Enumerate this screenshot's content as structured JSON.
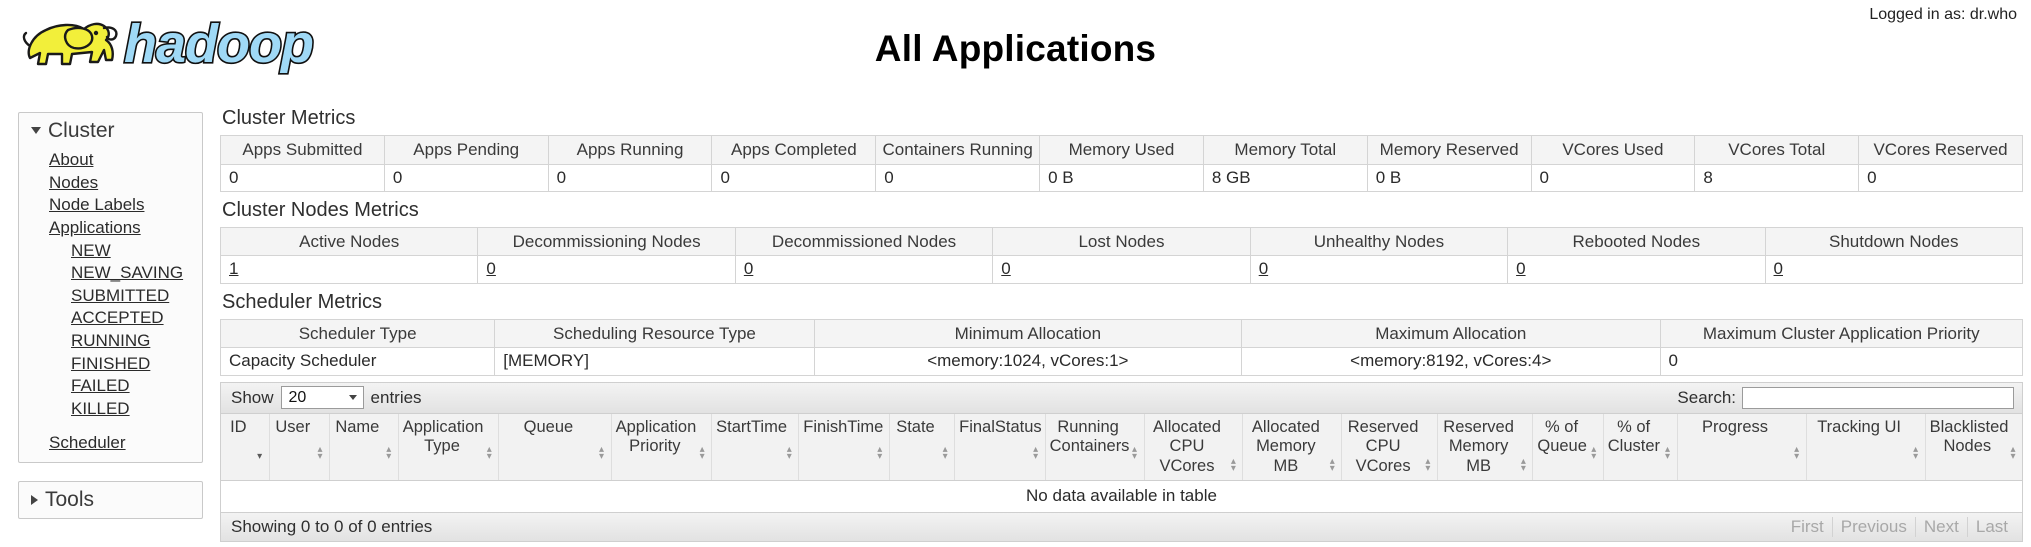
{
  "header": {
    "logged_in": "Logged in as: dr.who",
    "title": "All Applications",
    "logo_alt": "hadoop-logo"
  },
  "sidebar": {
    "cluster": {
      "label": "Cluster",
      "items": [
        {
          "label": "About"
        },
        {
          "label": "Nodes"
        },
        {
          "label": "Node Labels"
        },
        {
          "label": "Applications"
        }
      ],
      "app_states": [
        {
          "label": "NEW"
        },
        {
          "label": "NEW_SAVING"
        },
        {
          "label": "SUBMITTED"
        },
        {
          "label": "ACCEPTED"
        },
        {
          "label": "RUNNING"
        },
        {
          "label": "FINISHED"
        },
        {
          "label": "FAILED"
        },
        {
          "label": "KILLED"
        }
      ],
      "scheduler": {
        "label": "Scheduler"
      }
    },
    "tools": {
      "label": "Tools"
    }
  },
  "cluster_metrics": {
    "title": "Cluster Metrics",
    "columns": [
      "Apps Submitted",
      "Apps Pending",
      "Apps Running",
      "Apps Completed",
      "Containers Running",
      "Memory Used",
      "Memory Total",
      "Memory Reserved",
      "VCores Used",
      "VCores Total",
      "VCores Reserved"
    ],
    "values": [
      "0",
      "0",
      "0",
      "0",
      "0",
      "0 B",
      "8 GB",
      "0 B",
      "0",
      "8",
      "0"
    ]
  },
  "cluster_nodes_metrics": {
    "title": "Cluster Nodes Metrics",
    "columns": [
      "Active Nodes",
      "Decommissioning Nodes",
      "Decommissioned Nodes",
      "Lost Nodes",
      "Unhealthy Nodes",
      "Rebooted Nodes",
      "Shutdown Nodes"
    ],
    "values": [
      "1",
      "0",
      "0",
      "0",
      "0",
      "0",
      "0"
    ]
  },
  "scheduler_metrics": {
    "title": "Scheduler Metrics",
    "columns": [
      "Scheduler Type",
      "Scheduling Resource Type",
      "Minimum Allocation",
      "Maximum Allocation",
      "Maximum Cluster Application Priority"
    ],
    "values": [
      "Capacity Scheduler",
      "[MEMORY]",
      "<memory:1024, vCores:1>",
      "<memory:8192, vCores:4>",
      "0"
    ]
  },
  "apps_table": {
    "show_label": "Show",
    "entries_label": "entries",
    "page_length": "20",
    "search_label": "Search:",
    "search_value": "",
    "search_placeholder": "",
    "columns": [
      {
        "label": "ID",
        "sort": "desc"
      },
      {
        "label": "User",
        "sort": "both"
      },
      {
        "label": "Name",
        "sort": "both"
      },
      {
        "label": "Application Type",
        "sort": "both"
      },
      {
        "label": "Queue",
        "sort": "both"
      },
      {
        "label": "Application Priority",
        "sort": "both"
      },
      {
        "label": "StartTime",
        "sort": "both"
      },
      {
        "label": "FinishTime",
        "sort": "both"
      },
      {
        "label": "State",
        "sort": "both"
      },
      {
        "label": "FinalStatus",
        "sort": "both"
      },
      {
        "label": "Running Containers",
        "sort": "both"
      },
      {
        "label": "Allocated CPU VCores",
        "sort": "both"
      },
      {
        "label": "Allocated Memory MB",
        "sort": "both"
      },
      {
        "label": "Reserved CPU VCores",
        "sort": "both"
      },
      {
        "label": "Reserved Memory MB",
        "sort": "both"
      },
      {
        "label": "% of Queue",
        "sort": "both"
      },
      {
        "label": "% of Cluster",
        "sort": "both"
      },
      {
        "label": "Progress",
        "sort": "both"
      },
      {
        "label": "Tracking UI",
        "sort": "both"
      },
      {
        "label": "Blacklisted Nodes",
        "sort": "both"
      }
    ],
    "empty_message": "No data available in table",
    "info": "Showing 0 to 0 of 0 entries",
    "paging": [
      "First",
      "Previous",
      "Next",
      "Last"
    ]
  },
  "colors": {
    "logo_yellow": "#f2ef3a",
    "logo_blue": "#9fd9f6",
    "header_bg": "#f4f4f4",
    "border": "#d4d4d4"
  }
}
